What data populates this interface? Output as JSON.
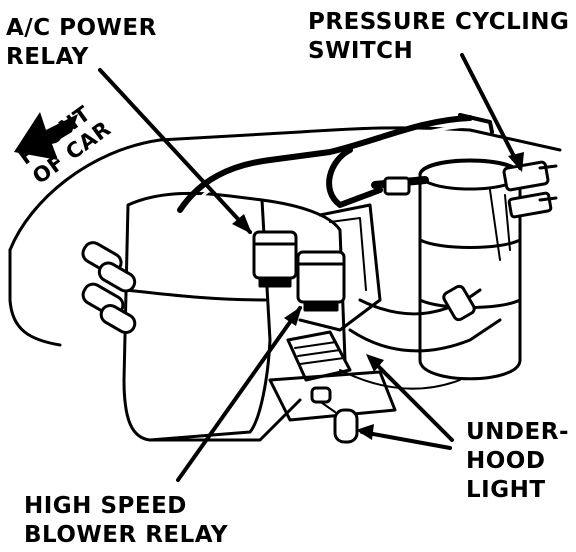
{
  "labels": {
    "ac_power_relay": [
      "A/C POWER",
      "RELAY"
    ],
    "pressure_cycling_switch": [
      "PRESSURE CYCLING",
      "SWITCH"
    ],
    "high_speed_blower_relay": [
      "HIGH SPEED",
      "BLOWER RELAY"
    ],
    "underhood_light": [
      "UNDER-",
      "HOOD",
      "LIGHT"
    ],
    "front_of_car": [
      "FRONT",
      "OF CAR"
    ]
  },
  "colors": {
    "ink": "#000000",
    "paper": "#ffffff"
  }
}
